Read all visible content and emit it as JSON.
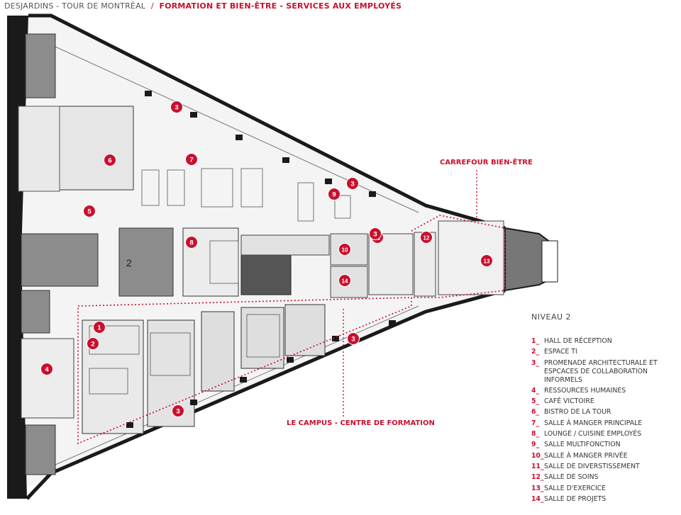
{
  "header": {
    "project": "DESJARDINS - TOUR DE MONTRÉAL",
    "separator": "/",
    "subtitle": "FORMATION ET BIEN-ÊTRE - SERVICES AUX EMPLOYÉS"
  },
  "zones": {
    "carrefour": "CARREFOUR BIEN-ÊTRE",
    "campus": "LE CAMPUS - CENTRE DE FORMATION"
  },
  "core_label": "2",
  "legend": {
    "level": "NIVEAU 2",
    "items": [
      {
        "num": "1_",
        "label": "HALL DE RÉCEPTION"
      },
      {
        "num": "2_",
        "label": "ESPACE TI"
      },
      {
        "num": "3_",
        "label": "PROMENADE ARCHITECTURALE ET ESPCACES DE COLLABORATION INFORMELS"
      },
      {
        "num": "4_",
        "label": "RESSOURCES HUMAINES"
      },
      {
        "num": "5_",
        "label": "CAFÉ VICTOIRE"
      },
      {
        "num": "6_",
        "label": "BISTRO DE LA TOUR"
      },
      {
        "num": "7_",
        "label": "SALLE À MANGER PRINCIPALE"
      },
      {
        "num": "8_",
        "label": "LOUNGE / CUISINE EMPLOYÉS"
      },
      {
        "num": "9_",
        "label": "SALLE MULTIFONCTION"
      },
      {
        "num": "10_",
        "label": "SALLE À MANGER PRIVÉE"
      },
      {
        "num": "11_",
        "label": "SALLE DE DIVERSTISSEMENT"
      },
      {
        "num": "12_",
        "label": "SALLE DE SOINS"
      },
      {
        "num": "13_",
        "label": "SALLE D'EXERCICE"
      },
      {
        "num": "14_",
        "label": "SALLE DE PROJETS"
      }
    ]
  },
  "markers": [
    "3",
    "7",
    "6",
    "5",
    "9",
    "3",
    "11",
    "12",
    "10",
    "14",
    "8",
    "13",
    "1",
    "2",
    "4",
    "3",
    "3",
    "3"
  ],
  "colors": {
    "accent": "#c8102e",
    "wall": "#1a1a1a",
    "core": "#8c8c8c",
    "floor": "#f4f4f4",
    "room_fill": "#d9d9d9"
  }
}
